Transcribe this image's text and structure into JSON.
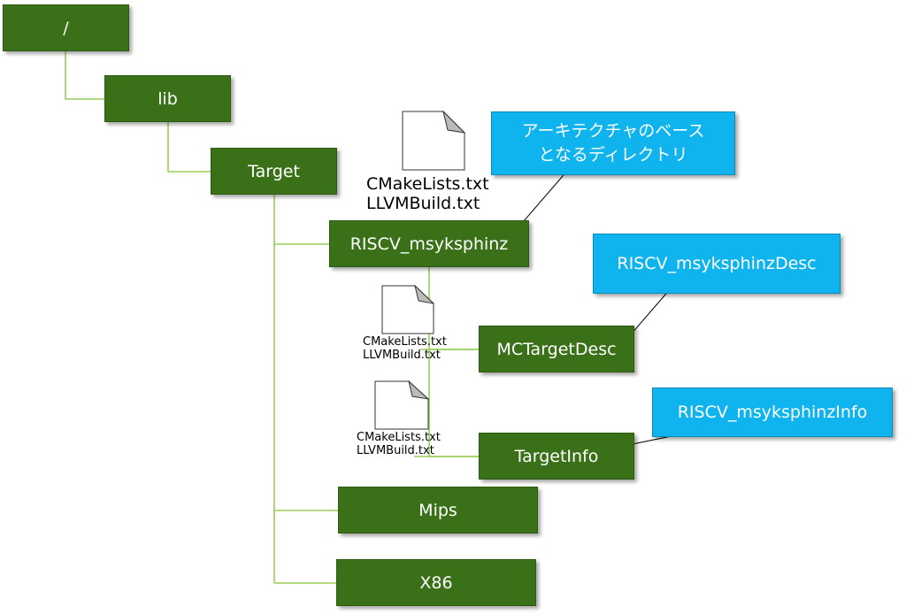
{
  "colors": {
    "node_fill": "#3a7118",
    "connector": "#9acd5a",
    "callout_fill": "#0fb4ee",
    "callout_line": "#000000"
  },
  "tree": {
    "root": "/",
    "lib": "lib",
    "target": "Target",
    "riscv": "RISCV_msyksphinz",
    "mctargetdesc": "MCTargetDesc",
    "targetinfo": "TargetInfo",
    "mips": "Mips",
    "x86": "X86"
  },
  "files": {
    "riscv": {
      "icon": "document-icon",
      "line1": "CMakeLists.txt",
      "line2": "LLVMBuild.txt"
    },
    "mctargetdesc": {
      "icon": "document-icon",
      "line1": "CMakeLists.txt",
      "line2": "LLVMBuild.txt"
    },
    "targetinfo": {
      "icon": "document-icon",
      "line1": "CMakeLists.txt",
      "line2": "LLVMBuild.txt"
    }
  },
  "callouts": {
    "arch_base": {
      "line1": "アーキテクチャのベース",
      "line2": "となるディレクトリ"
    },
    "desc": "RISCV_msyksphinzDesc",
    "info": "RISCV_msyksphinzInfo"
  }
}
